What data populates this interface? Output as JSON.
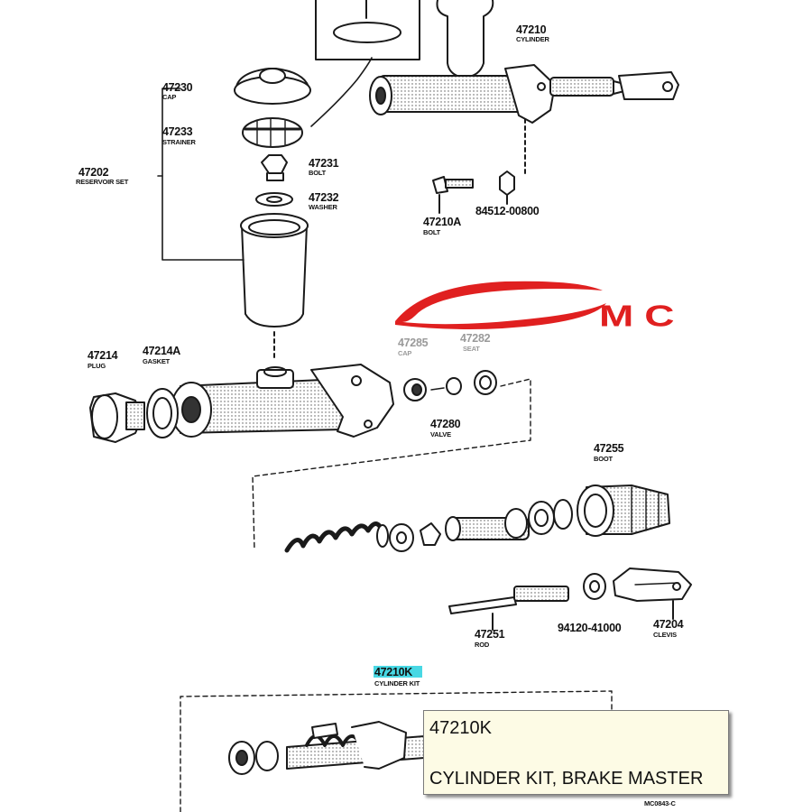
{
  "parts": [
    {
      "id": "cylinder_top",
      "number": "47210",
      "name": "CYLINDER"
    },
    {
      "id": "cap",
      "number": "47230",
      "name": "CAP"
    },
    {
      "id": "strainer",
      "number": "47233",
      "name": "STRAINER"
    },
    {
      "id": "reservoir",
      "number": "47202",
      "name": "RESERVOIR SET"
    },
    {
      "id": "bolt1",
      "number": "47231",
      "name": "BOLT"
    },
    {
      "id": "washer",
      "number": "47232",
      "name": "WASHER"
    },
    {
      "id": "bolt2",
      "number": "47210A",
      "name": "BOLT"
    },
    {
      "id": "nut",
      "number": "84512-00800",
      "name": ""
    },
    {
      "id": "plug",
      "number": "47214",
      "name": "PLUG"
    },
    {
      "id": "gasket",
      "number": "47214A",
      "name": "GASKET"
    },
    {
      "id": "cap2",
      "number": "47285",
      "name": "CAP"
    },
    {
      "id": "seat",
      "number": "47282",
      "name": "SEAT"
    },
    {
      "id": "valve",
      "number": "47280",
      "name": "VALVE"
    },
    {
      "id": "boot",
      "number": "47255",
      "name": "BOOT"
    },
    {
      "id": "rod",
      "number": "47251",
      "name": "ROD"
    },
    {
      "id": "nut2",
      "number": "94120-41000",
      "name": ""
    },
    {
      "id": "clevis",
      "number": "47204",
      "name": "CLEVIS"
    },
    {
      "id": "kit",
      "number": "47210K",
      "name": "CYLINDER KIT"
    }
  ],
  "watermark": {
    "text": "MC",
    "color": "#e02020"
  },
  "diagram_code": "MC0843-C",
  "colors": {
    "highlight": "#48d8e4",
    "tooltip_bg": "#fdfbe5"
  },
  "tooltip": {
    "code": "47210K",
    "description": "CYLINDER KIT, BRAKE MASTER"
  }
}
